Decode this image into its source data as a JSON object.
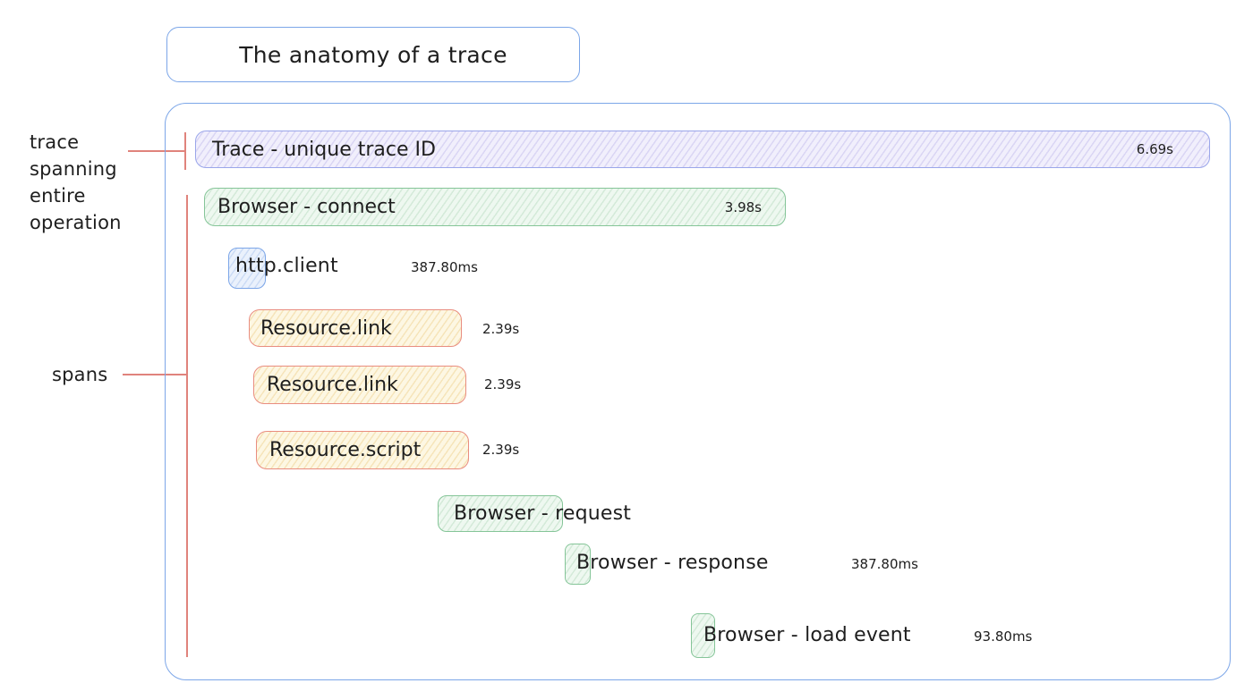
{
  "title": "The anatomy of a trace",
  "annotations": {
    "trace_note": "trace\nspanning\nentire\noperation",
    "spans_note": "spans"
  },
  "trace_bar": {
    "label": "Trace - unique trace ID",
    "duration": "6.69s"
  },
  "spans": [
    {
      "label": "Browser - connect",
      "duration": "3.98s"
    },
    {
      "label": "http.client",
      "duration": "387.80ms"
    },
    {
      "label": "Resource.link",
      "duration": "2.39s"
    },
    {
      "label": "Resource.link",
      "duration": "2.39s"
    },
    {
      "label": "Resource.script",
      "duration": "2.39s"
    },
    {
      "label": "Browser - request"
    },
    {
      "label": "Browser - response",
      "duration": "387.80ms"
    },
    {
      "label": "Browser - load event",
      "duration": "93.80ms"
    }
  ],
  "colors": {
    "outline_blue": "#7ca6e8",
    "connector_red": "#e0837c",
    "trace_purple_fill": "#f1effc",
    "trace_purple_border": "#9aa6ea",
    "span_green_fill": "#eef8f0",
    "span_green_border": "#85c598",
    "span_blue_fill": "#eaf1fc",
    "span_yellow_fill": "#fdf7e3",
    "span_yellow_border": "#e98d80",
    "text": "#1e1e1e"
  }
}
